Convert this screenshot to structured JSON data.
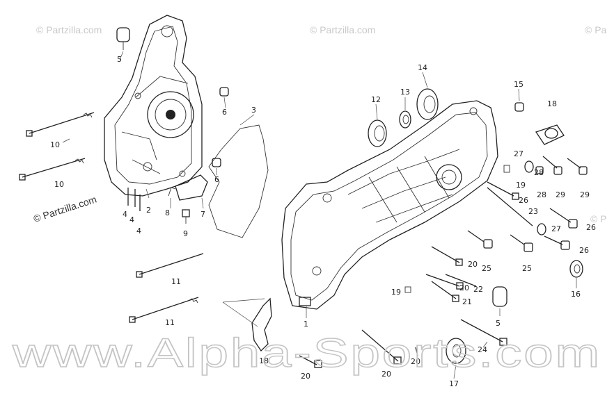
{
  "watermarks": {
    "partzilla_top_left": "© Partzilla.com",
    "partzilla_top_mid": "© Partzilla.com",
    "partzilla_top_right": "© Pa",
    "partzilla_left": "© Partzilla.com",
    "partzilla_right": "© P",
    "alpha_sports": "www.Alpha-Sports.com"
  },
  "labels": {
    "p1": "1",
    "p2": "2",
    "p3": "3",
    "p4a": "4",
    "p4b": "4",
    "p4c": "4",
    "p5a": "5",
    "p5b": "5",
    "p6a": "6",
    "p6b": "6",
    "p7": "7",
    "p8": "8",
    "p9": "9",
    "p10a": "10",
    "p10b": "10",
    "p11a": "11",
    "p11b": "11",
    "p12": "12",
    "p13": "13",
    "p14": "14",
    "p15": "15",
    "p16": "16",
    "p17": "17",
    "p18": "18",
    "p19a": "19",
    "p19b": "19",
    "p20a": "20",
    "p20b": "20",
    "p20c": "20",
    "p20d": "20",
    "p20e": "20",
    "p21": "21",
    "p22": "22",
    "p23": "23",
    "p24": "24",
    "p25a": "25",
    "p25b": "25",
    "p26a": "26",
    "p26b": "26",
    "p26c": "26",
    "p27a": "27",
    "p27b": "27",
    "p28a": "28",
    "p28b": "28",
    "p29a": "29",
    "p29b": "29"
  }
}
